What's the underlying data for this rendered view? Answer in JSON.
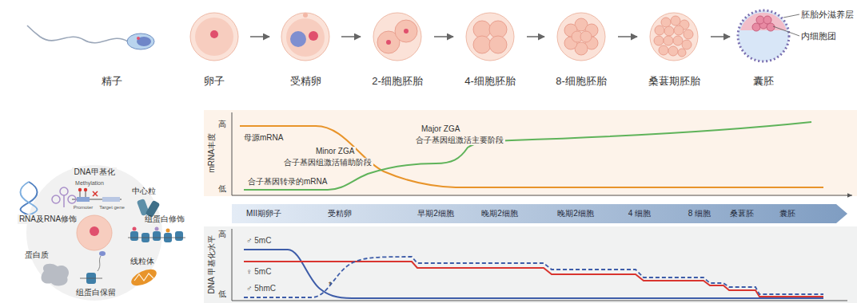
{
  "diagram": {
    "nodes": [
      {
        "text": [
          "精子"
        ]
      },
      {
        "text": [
          "卵子"
        ]
      },
      {
        "text": [
          "受精卵"
        ]
      },
      {
        "text": [
          "2-细胞胚胎"
        ]
      },
      {
        "text": [
          "4-细胞胚胎"
        ]
      },
      {
        "text": [
          "8-细胞胚胎"
        ]
      },
      {
        "text": [
          "桑葚期胚胎"
        ]
      },
      {
        "text": [
          "囊胚"
        ]
      },
      {
        "text": [
          "MII期卵子",
          "受精卵",
          "早期2细胞",
          "晚期2细胞",
          "晚期2细胞",
          "4 细胞",
          "8 细胞",
          "桑葚胚",
          "囊胚"
        ]
      }
    ],
    "edges": [
      {
        "from": 1,
        "to": 2,
        "arrow": "to"
      },
      {
        "from": 2,
        "to": 3,
        "arrow": "to"
      },
      {
        "from": 3,
        "to": 4,
        "arrow": "to"
      },
      {
        "from": 4,
        "to": 5,
        "arrow": "to"
      },
      {
        "from": 5,
        "to": 6,
        "arrow": "to"
      },
      {
        "from": 6,
        "to": 7,
        "arrow": "to"
      }
    ],
    "labels": [
      "胚胎外滋养层",
      "内细胞团",
      "DNA甲基化",
      "Methylation",
      "Promoter",
      "Target gene",
      "中心粒",
      "RNA及RNA修饰",
      "组蛋白修饰",
      "蛋白质",
      "线粒体",
      "组蛋白保留",
      "高",
      "mRNA丰度",
      "低",
      "母源mRNA",
      "Minor ZGA",
      "合子基因组激活辅助阶段",
      "Major ZGA",
      "合子基因组激活主要阶段",
      "合子基因转录的mRNA",
      "高",
      "DNA 甲基化水平",
      "低",
      "♂ 5mC",
      "♀ 5mC",
      "♂ 5hmC",
      "*"
    ]
  }
}
